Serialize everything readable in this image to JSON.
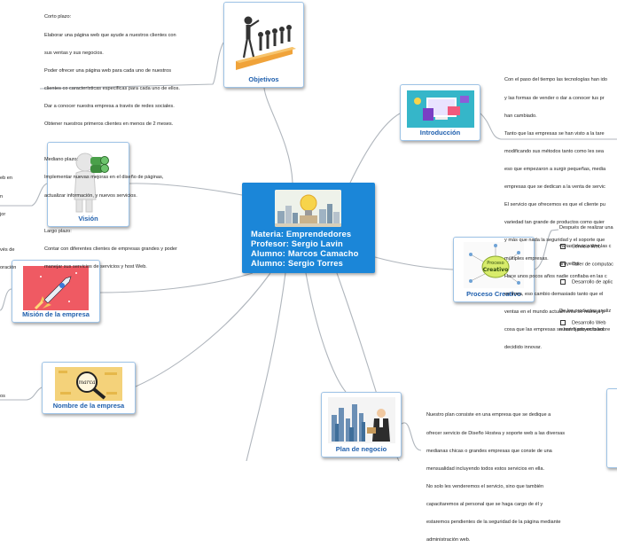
{
  "central": {
    "lines": [
      "Materia: Emprendedores",
      "Profesor: Sergio Lavin",
      "Alumno: Marcos Camacho",
      "Alumno: Sergio Torres"
    ],
    "image": "lightbulb-city-illustration"
  },
  "colors": {
    "central_bg": "#1b86d8",
    "label_text": "#1f5fad",
    "node_border": "#9ec3e6",
    "link": "#b0b6bd"
  },
  "topics": {
    "objetivos": {
      "label": "Objetivos",
      "image": "leader-figures-steps-illustration"
    },
    "introduccion": {
      "label": "Introducción",
      "image": "computer-shopping-illustration"
    },
    "vision": {
      "label": "Visión",
      "image": "figure-binoculars-illustration"
    },
    "proceso": {
      "label": "Proceso Creativo",
      "image": "proceso-creativo-sketch",
      "image_text": "Proceso Creativo"
    },
    "mision": {
      "label": "Misión de la empresa",
      "image": "rocket-illustration"
    },
    "nombre": {
      "label": "Nombre de la empresa",
      "image": "magnifier-illustration",
      "image_text": "marca"
    },
    "plan": {
      "label": "Plan de negocio",
      "image": "businessman-skyline-illustration"
    }
  },
  "notes": {
    "objetivos": [
      "Corto plazo:",
      "Elaborar una página web que ayude a nuestros clientes con",
      "sus ventas y sus negocios.",
      "Poder ofrecer una página web para cada uno de nuestros",
      "clientes co características especificas para cada uno de ellos.",
      "Dar a conocer nuestra empresa a través de redes sociales.",
      "Obtener nuestros primeros clientes en menos de 2 meses.",
      "",
      "Mediano plazo:",
      "Implementar nuevas mejoras en el diseño de páginas,",
      "actualizar información, y nuevos servicios.",
      "",
      "Largo plazo:",
      "Contar con diferentes clientes de empresas grandes y poder",
      "manejar sus servicios de servicios y host Web."
    ],
    "introduccion": [
      "Con el paso del tiempo las tecnologías han ido",
      "y las formas de vender o dar a conocer tus pr",
      "han cambiado.",
      "Tanto que las empresas se han visto a la tare",
      "modificando sus métodos tanto como les sea",
      "eso que empezaron a surgir pequeñas, media",
      "empresas que se dedican a la venta de servic",
      "El servicio que ofrecemos es que el cliente pu",
      "variedad tan grande de productos como quier",
      "y más que nada la seguridad y el soporte que",
      "múltiples empresas.",
      "Hace unos pocos años nadie confiaba en las c",
      "en línea, eso cambio demasiado tanto que el",
      "ventas en el mundo actualmente se maneja p",
      "cosa que las empresas se han fijado en tales",
      "decidido innovar."
    ],
    "vision": [
      "eb en",
      "n",
      "jor",
      "",
      "vés de",
      "oración"
    ],
    "proceso_intro": [
      "Después de realizar una",
      "varias ideas sobre las c",
      "proyecto:"
    ],
    "proceso_items": [
      "Servicio Web",
      "Taller de computac",
      "Desarrollo de aplic"
    ],
    "proceso_mid": [
      "De los productos analiz",
      "nuestro proyecto sobre"
    ],
    "proceso_items2": [
      "Desarrollo Web"
    ],
    "nombre": [
      "os"
    ],
    "plan": [
      "Nuestro plan consiste en una empresa que se dedique a",
      "ofrecer servicio de Diseño Hostea y soporte web a las diversas",
      "medianas chicas o grandes empresas que conste de una",
      "mensualidad incluyendo todos estos servicios en ella.",
      "No solo les venderemos el servicio, sino que también",
      "capacitaremos al personal que se haga cargo de él y",
      "estaremos pendientes de la seguridad de la página mediante",
      "administración web."
    ]
  }
}
